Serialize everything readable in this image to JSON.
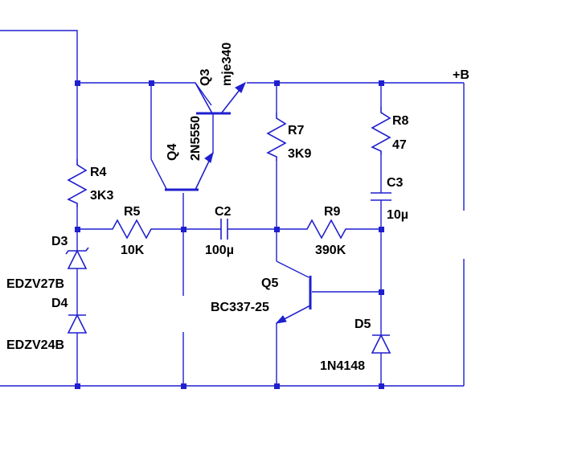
{
  "rail_label": "+B",
  "components": {
    "q3": {
      "ref": "Q3",
      "value": "mje340"
    },
    "q4": {
      "ref": "Q4",
      "value": "2N5550"
    },
    "q5": {
      "ref": "Q5",
      "value": "BC337-25"
    },
    "r4": {
      "ref": "R4",
      "value": "3K3"
    },
    "r5": {
      "ref": "R5",
      "value": "10K"
    },
    "r7": {
      "ref": "R7",
      "value": "3K9"
    },
    "r8": {
      "ref": "R8",
      "value": "47"
    },
    "r9": {
      "ref": "R9",
      "value": "390K"
    },
    "c2": {
      "ref": "C2",
      "value": "100µ"
    },
    "c3": {
      "ref": "C3",
      "value": "10µ"
    },
    "d3": {
      "ref": "D3",
      "value": "EDZV27B"
    },
    "d4": {
      "ref": "D4",
      "value": "EDZV24B"
    },
    "d5": {
      "ref": "D5",
      "value": "1N4148"
    }
  }
}
